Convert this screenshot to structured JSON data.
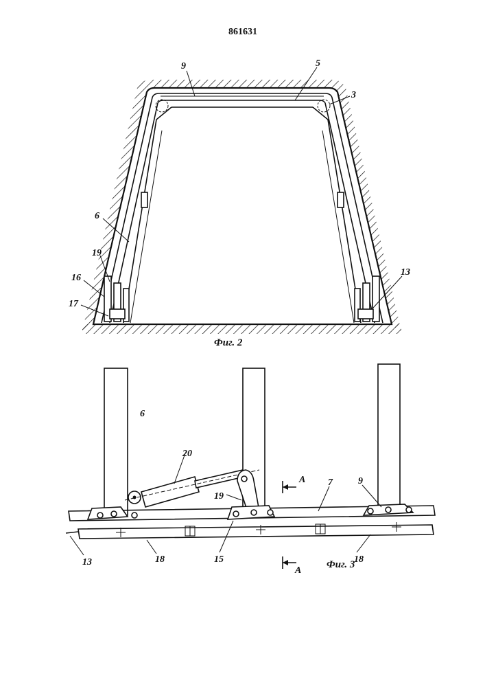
{
  "document": {
    "patent_number": "861631"
  },
  "figure2": {
    "caption": "Фиг. 2",
    "labels": {
      "l9": "9",
      "l5": "5",
      "l3": "3",
      "l6": "6",
      "l19": "19",
      "l16": "16",
      "l17": "17",
      "l13": "13"
    }
  },
  "figure3": {
    "caption": "Фиг. 3",
    "labels": {
      "l6": "6",
      "l20": "20",
      "l19": "19",
      "lA_top": "А",
      "lA_bottom": "А",
      "l7": "7",
      "l9": "9",
      "l13": "13",
      "l18_left": "18",
      "l15": "15",
      "l18_right": "18"
    }
  }
}
